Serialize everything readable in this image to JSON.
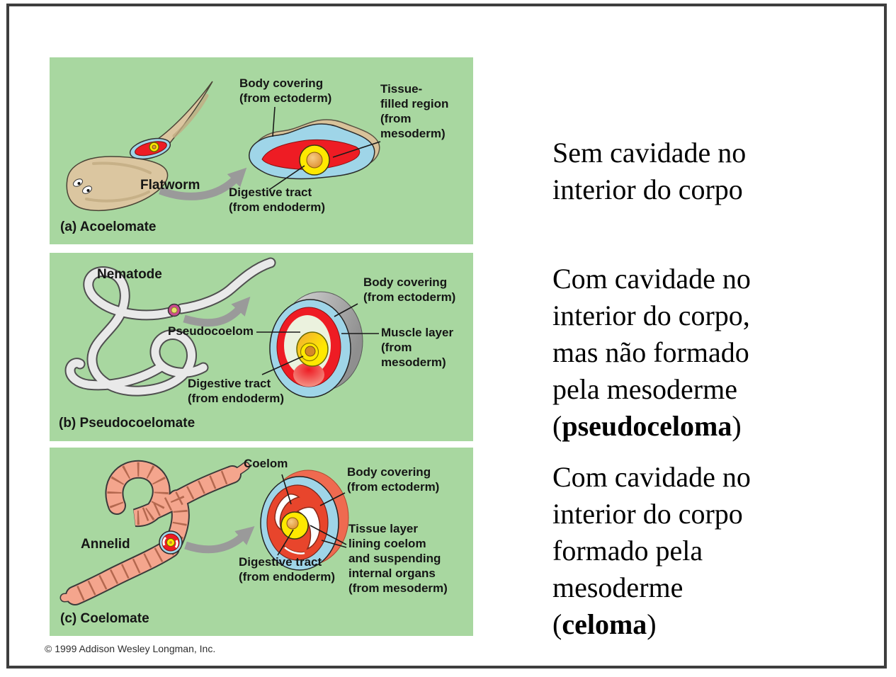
{
  "slide": {
    "copyright": "© 1999 Addison Wesley Longman, Inc."
  },
  "palette": {
    "panel_green": "#a8d7a0",
    "ectoderm_blue": "#9fd5e8",
    "mesoderm_red": "#ee1c24",
    "endoderm_yellow": "#ffe800",
    "border_gray": "#3e3e3e"
  },
  "panels": [
    {
      "caption": "(a) Acoelomate",
      "organism": "Flatworm",
      "labels": {
        "body_covering": [
          "Body covering",
          "(from ectoderm)"
        ],
        "tissue_filled": [
          "Tissue-",
          "filled region",
          "(from",
          "mesoderm)"
        ],
        "digestive": [
          "Digestive tract",
          "(from endoderm)"
        ]
      }
    },
    {
      "caption": "(b) Pseudocoelomate",
      "organism": "Nematode",
      "labels": {
        "body_covering": [
          "Body covering",
          "(from ectoderm)"
        ],
        "pseudocoelom": [
          "Pseudocoelom"
        ],
        "muscle_layer": [
          "Muscle layer",
          "(from",
          "mesoderm)"
        ],
        "digestive": [
          "Digestive tract",
          "(from endoderm)"
        ]
      }
    },
    {
      "caption": "(c) Coelomate",
      "organism": "Annelid",
      "labels": {
        "coelom": [
          "Coelom"
        ],
        "body_covering": [
          "Body covering",
          "(from ectoderm)"
        ],
        "tissue_layer": [
          "Tissue layer",
          "lining coelom",
          "and suspending",
          "internal organs",
          "(from mesoderm)"
        ],
        "digestive": [
          "Digestive tract",
          "(from endoderm)"
        ]
      }
    }
  ],
  "notes": [
    {
      "lines": [
        "Sem cavidade no",
        "interior do corpo"
      ]
    },
    {
      "lines": [
        "Com cavidade no",
        "interior do corpo,",
        "mas não formado",
        "pela mesoderme"
      ],
      "last_prefix": "(",
      "last_bold": "pseudoceloma",
      "last_suffix": ")"
    },
    {
      "lines": [
        "Com cavidade no",
        "interior do corpo",
        "formado pela"
      ],
      "last_prefix": "mesoderme (",
      "last_bold": "celoma",
      "last_suffix": ")"
    }
  ]
}
